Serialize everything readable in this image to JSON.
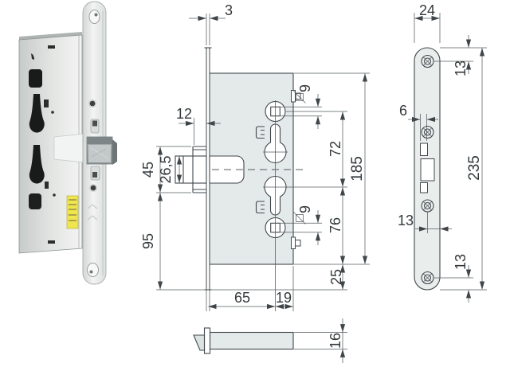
{
  "front_view": {
    "plate_thickness": "3",
    "latch_protrusion": "12",
    "latch_body_height": "45",
    "latch_head_height": "26,5",
    "plate_below_latch": "95",
    "backset": "65",
    "axis_to_case_back": "19",
    "case_height": "185",
    "follower_to_cylinder": "72",
    "cylinder_to_case_bottom": "76",
    "case_to_plate_end": "25",
    "spindle_square_top": "9",
    "spindle_square_bottom": "9"
  },
  "bottom_view": {
    "case_depth": "16"
  },
  "side_view": {
    "plate_width": "24",
    "plate_top_to_hole": "13",
    "slot_width": "6",
    "plate_length": "235",
    "hole_axis_to_edge": "13",
    "hole_to_plate_end": "13"
  },
  "colors": {
    "case_fill": "#e4eaea",
    "line": "#42484c",
    "label_yellow": "#efe54d"
  }
}
